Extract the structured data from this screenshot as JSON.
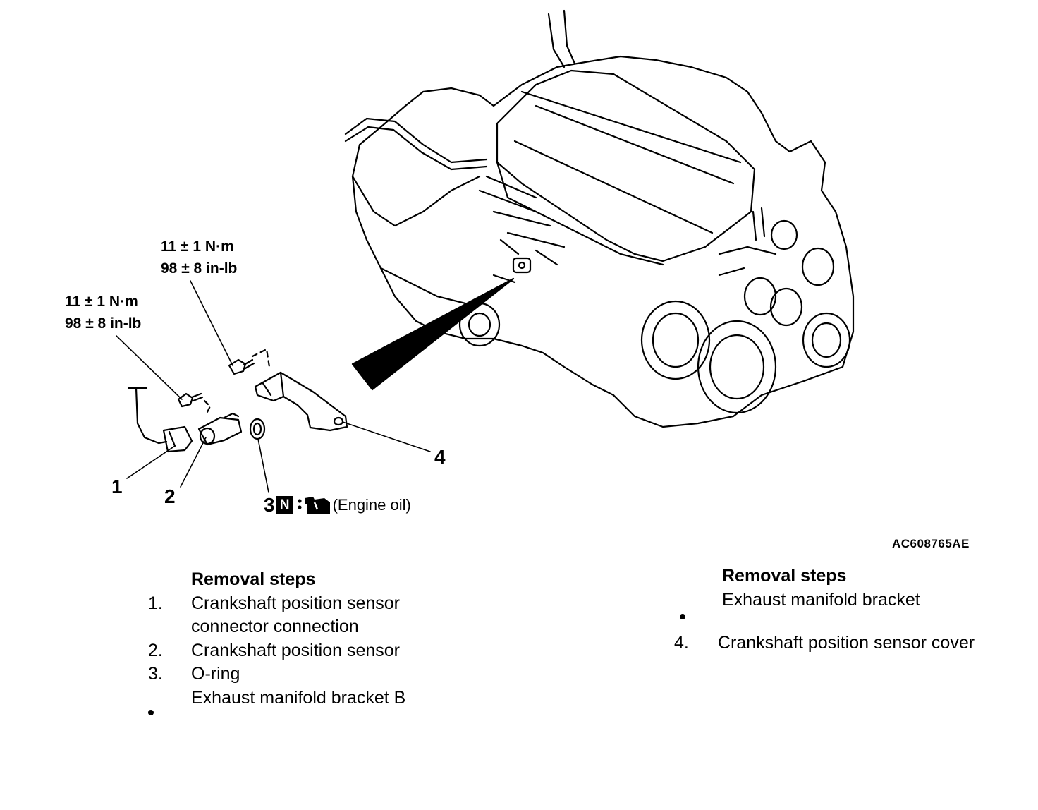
{
  "torque_labels": [
    {
      "line1": "11 ± 1 N·m",
      "line2": "98 ± 8 in-lb"
    },
    {
      "line1": "11 ± 1 N·m",
      "line2": "98 ± 8 in-lb"
    }
  ],
  "callouts": [
    "1",
    "2",
    "4"
  ],
  "oil_note": {
    "number": "3",
    "badge": "N",
    "icon": "oil-can-icon",
    "text": "(Engine oil)"
  },
  "reference_code": "AC608765AE",
  "removal_left": {
    "heading": "Removal steps",
    "steps": [
      {
        "index": "1.",
        "lines": [
          "Crankshaft position sensor",
          "connector connection"
        ]
      },
      {
        "index": "2.",
        "lines": [
          "Crankshaft position sensor"
        ]
      },
      {
        "index": "3.",
        "lines": [
          "O-ring"
        ]
      },
      {
        "index": "•",
        "lines": [
          "Exhaust manifold bracket B"
        ]
      }
    ]
  },
  "removal_right": {
    "heading": "Removal steps",
    "steps": [
      {
        "index": "•",
        "lines": [
          "Exhaust manifold bracket"
        ]
      },
      {
        "index": "4.",
        "lines": [
          "Crankshaft position sensor cover"
        ]
      }
    ]
  }
}
